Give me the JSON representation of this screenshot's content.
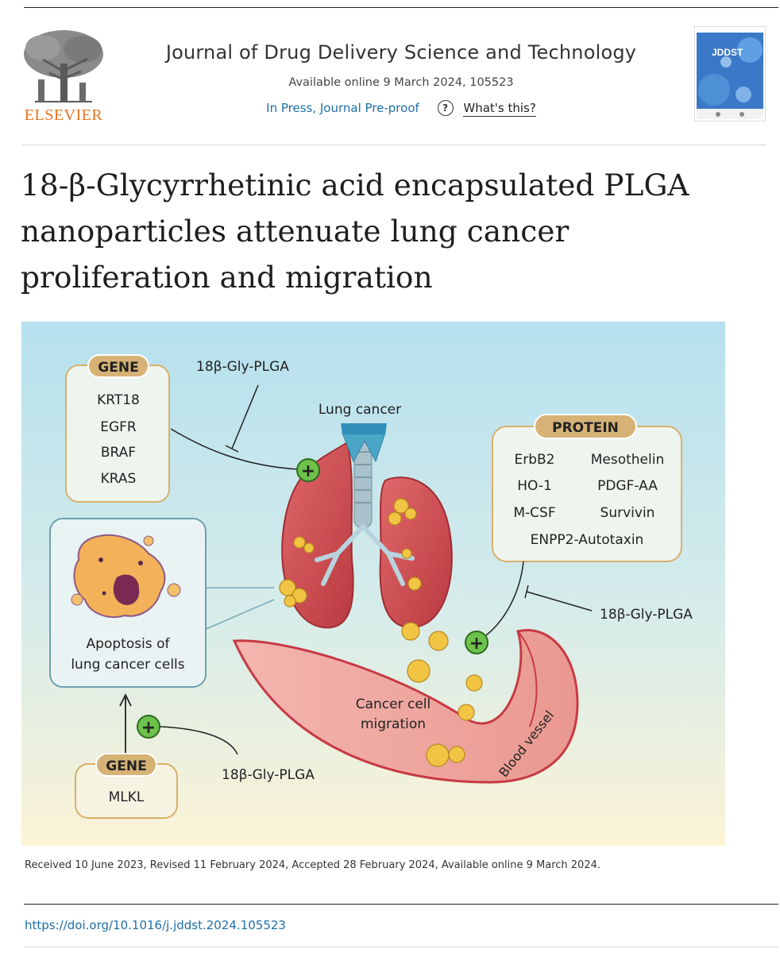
{
  "header": {
    "publisher_logo_text": "ELSEVIER",
    "journal_title": "Journal of Drug Delivery Science and Technology",
    "available_online": "Available online 9 March 2024, 105523",
    "status_link": "In Press, Journal Pre-proof",
    "help_icon_symbol": "?",
    "whats_this": "What's this?",
    "cover_label": "JDDST"
  },
  "article": {
    "title_lines": [
      "18-β-Glycyrrhetinic acid encapsulated PLGA",
      "nanoparticles attenuate lung cancer",
      "proliferation and migration"
    ]
  },
  "graphical_abstract": {
    "gene_box_top": {
      "heading": "GENE",
      "items": [
        "KRT18",
        "EGFR",
        "BRAF",
        "KRAS"
      ]
    },
    "drug_label_top": "18β-Gly-PLGA",
    "lung_label": "Lung cancer",
    "protein_box": {
      "heading": "PROTEIN",
      "rows": [
        [
          "ErbB2",
          "Mesothelin"
        ],
        [
          "HO-1",
          "PDGF-AA"
        ],
        [
          "M-CSF",
          "Survivin"
        ]
      ],
      "last_row": "ENPP2-Autotaxin"
    },
    "drug_label_right": "18β-Gly-PLGA",
    "apoptosis_label": [
      "Apoptosis of",
      "lung cancer cells"
    ],
    "migration_label": [
      "Cancer cell",
      "migration"
    ],
    "vessel_label": "Blood vessel",
    "gene_box_bottom": {
      "heading": "GENE",
      "items": [
        "MLKL"
      ]
    },
    "drug_label_bottom": "18β-Gly-PLGA",
    "plus_symbol": "+"
  },
  "meta": {
    "received_line": "Received 10 June 2023, Revised 11 February 2024, Accepted 28 February 2024, Available online 9 March 2024.",
    "doi": "https://doi.org/10.1016/j.jddst.2024.105523"
  },
  "colors": {
    "link": "#1f6fa7",
    "elsevier_orange": "#e9711c",
    "gene_heading": "#d6b277",
    "box_border": "#d8b06a",
    "plus_green": "#6cc24a",
    "lung_red": "#c9474a"
  }
}
